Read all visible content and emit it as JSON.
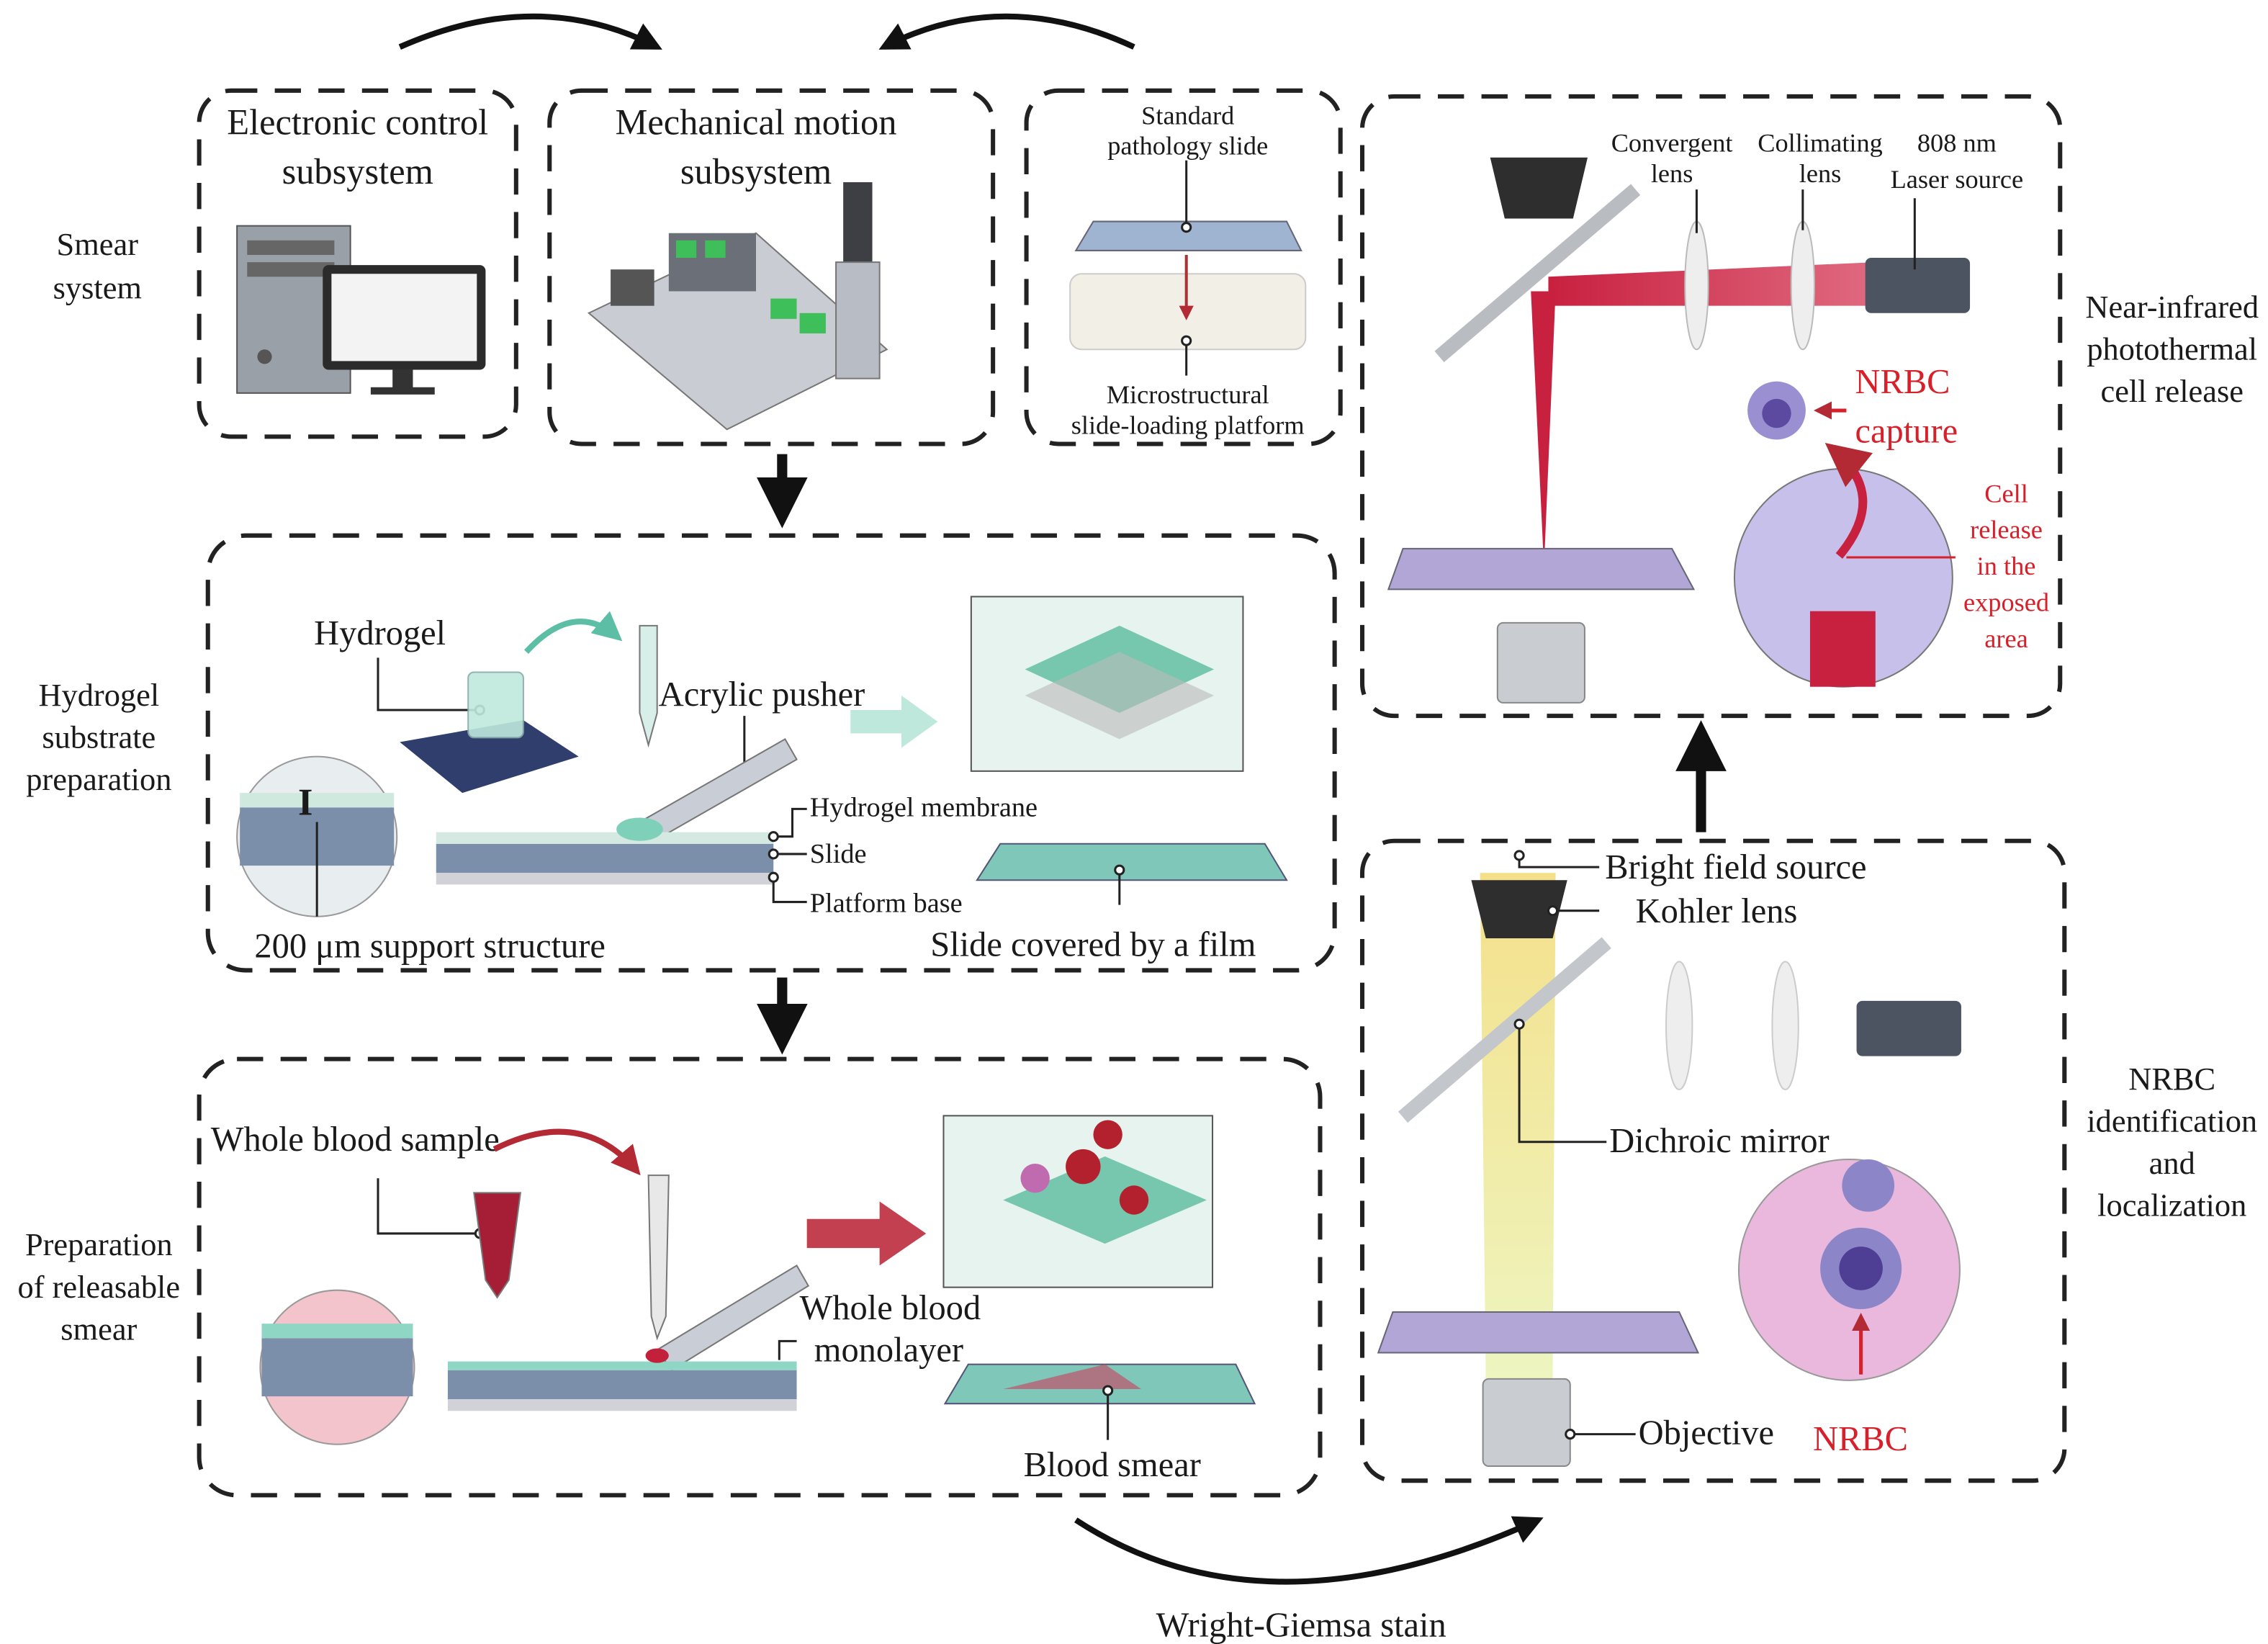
{
  "side_labels": {
    "smear_system": [
      "Smear",
      "system"
    ],
    "hydrogel_prep": [
      "Hydrogel",
      "substrate",
      "preparation"
    ],
    "releasable_smear": [
      "Preparation",
      "of releasable",
      "smear"
    ],
    "nir_release": [
      "Near-infrared",
      "photothermal",
      "cell release"
    ],
    "nrbc_ident": [
      "NRBC",
      "identification",
      "and",
      "localization"
    ]
  },
  "smear_system": {
    "electronic": [
      "Electronic control",
      "subsystem"
    ],
    "mechanical": [
      "Mechanical motion",
      "subsystem"
    ],
    "slide_top": [
      "Standard",
      "pathology slide"
    ],
    "slide_bottom": [
      "Microstructural",
      "slide-loading platform"
    ]
  },
  "hydrogel": {
    "hydrogel": "Hydrogel",
    "acrylic_pusher": "Acrylic pusher",
    "membrane": "Hydrogel membrane",
    "slide": "Slide",
    "platform_base": "Platform base",
    "support": "200 μm support structure",
    "covered": "Slide covered by a film"
  },
  "blood": {
    "sample": "Whole blood sample",
    "monolayer": [
      "Whole blood",
      "monolayer"
    ],
    "smear": "Blood smear"
  },
  "nir": {
    "convergent": [
      "Convergent",
      "lens"
    ],
    "collimating": [
      "Collimating",
      "lens"
    ],
    "laser": [
      "808 nm",
      "Laser source"
    ],
    "nrbc_capture": [
      "NRBC",
      "capture"
    ],
    "cell_release": [
      "Cell",
      "release",
      "in the",
      "exposed",
      "area"
    ]
  },
  "ident": {
    "bright_field": "Bright field source",
    "kohler": "Kohler lens",
    "dichroic": "Dichroic mirror",
    "objective": "Objective",
    "nrbc": "NRBC"
  },
  "bottom_label": "Wright-Giemsa stain",
  "colors": {
    "accent_red": "#d7202a",
    "hydrogel_green": "#7fd0b8",
    "slide_blue": "#6f8fb0",
    "laser_red": "#c8203f",
    "bright_yellow": "#e6e07a"
  }
}
